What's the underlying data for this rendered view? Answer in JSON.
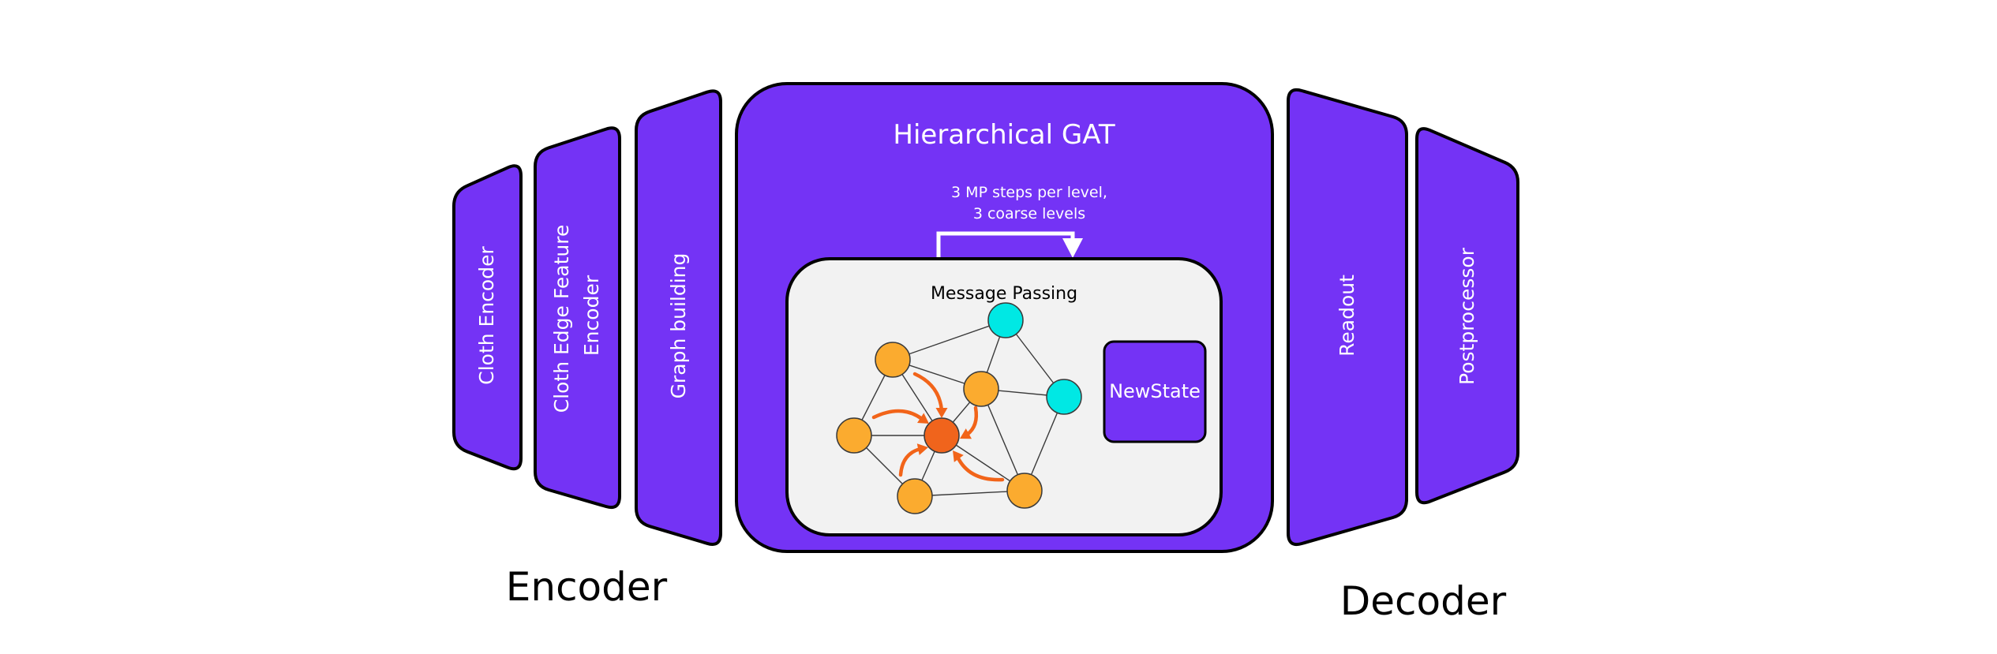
{
  "colors": {
    "module_fill": "#7433F5",
    "module_stroke": "#000000",
    "inner_fill": "#F2F2F2",
    "node_orange": "#FBAB2F",
    "node_cyan": "#00E8E4",
    "node_target": "#F0641C",
    "message_arrow": "#F26419",
    "label_light": "#FFFFFF",
    "label_dark": "#000000"
  },
  "encoder": {
    "section_label": "Encoder",
    "modules": [
      {
        "id": "cloth-encoder",
        "lines": [
          "Cloth Encoder"
        ]
      },
      {
        "id": "cloth-edge-feature-encoder",
        "lines": [
          "Cloth Edge Feature",
          "Encoder"
        ]
      },
      {
        "id": "graph-building",
        "lines": [
          "Graph building"
        ]
      }
    ]
  },
  "processor": {
    "title": "Hierarchical GAT",
    "loop_note": [
      "3 MP steps per level,",
      "3 coarse levels"
    ],
    "message_passing": {
      "title": "Message Passing",
      "graph": {
        "nodes": [
          {
            "id": "o1",
            "type": "orange"
          },
          {
            "id": "o2",
            "type": "orange"
          },
          {
            "id": "o3",
            "type": "orange"
          },
          {
            "id": "o4",
            "type": "orange"
          },
          {
            "id": "o5",
            "type": "orange"
          },
          {
            "id": "c1",
            "type": "cyan"
          },
          {
            "id": "c2",
            "type": "cyan"
          },
          {
            "id": "t",
            "type": "target"
          }
        ],
        "edges": [
          [
            "o1",
            "c1"
          ],
          [
            "o1",
            "o2"
          ],
          [
            "o1",
            "o3"
          ],
          [
            "o1",
            "t"
          ],
          [
            "c1",
            "o2"
          ],
          [
            "c1",
            "c2"
          ],
          [
            "o2",
            "c2"
          ],
          [
            "o2",
            "t"
          ],
          [
            "o2",
            "o5"
          ],
          [
            "c2",
            "o5"
          ],
          [
            "o3",
            "t"
          ],
          [
            "o3",
            "o4"
          ],
          [
            "t",
            "o4"
          ],
          [
            "t",
            "o5"
          ],
          [
            "o4",
            "o5"
          ]
        ],
        "messages_to": "t",
        "messages_from": [
          "o1",
          "o3",
          "o2",
          "o4",
          "o5"
        ]
      }
    },
    "new_state_label": "NewState"
  },
  "decoder": {
    "section_label": "Decoder",
    "modules": [
      {
        "id": "readout",
        "lines": [
          "Readout"
        ]
      },
      {
        "id": "postprocessor",
        "lines": [
          "Postprocessor"
        ]
      }
    ]
  }
}
